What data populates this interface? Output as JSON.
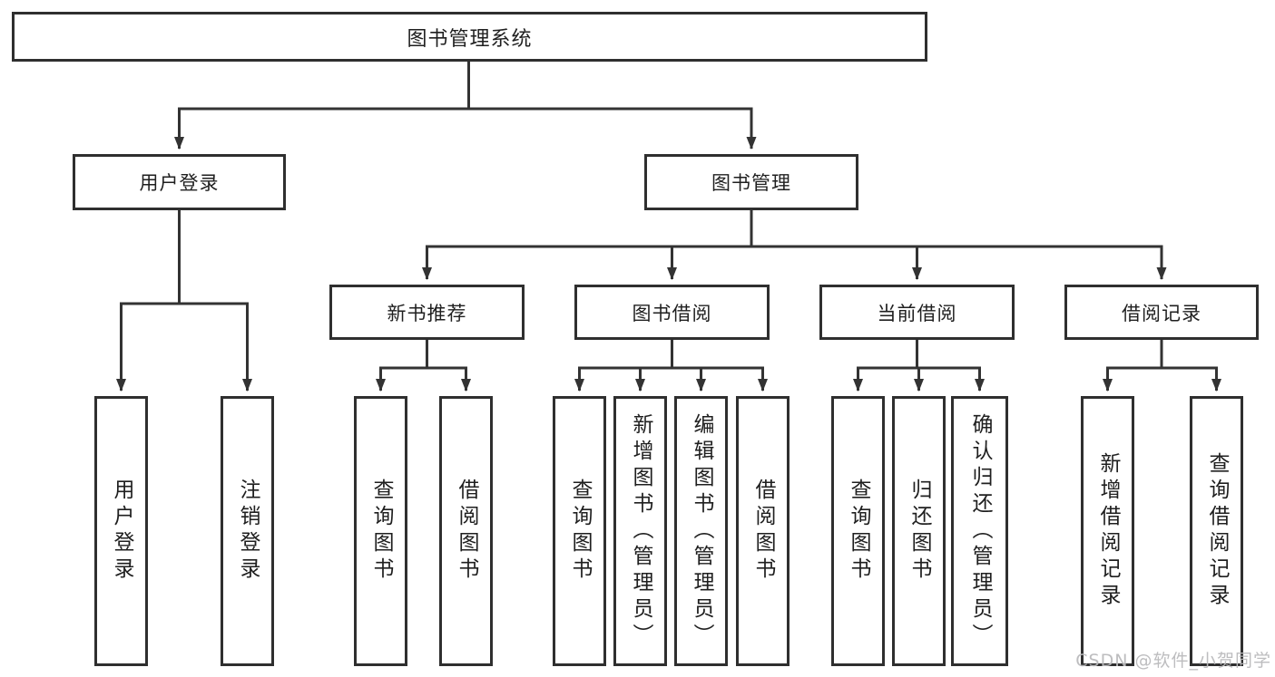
{
  "watermark": "CSDN @软件_小贺同学",
  "tree": {
    "label": "图书管理系统",
    "children": [
      {
        "label": "用户登录",
        "children": [
          {
            "label": "用户登录"
          },
          {
            "label": "注销登录"
          }
        ]
      },
      {
        "label": "图书管理",
        "children": [
          {
            "label": "新书推荐",
            "children": [
              {
                "label": "查询图书"
              },
              {
                "label": "借阅图书"
              }
            ]
          },
          {
            "label": "图书借阅",
            "children": [
              {
                "label": "查询图书"
              },
              {
                "label": "新增图书（管理员）"
              },
              {
                "label": "编辑图书（管理员）"
              },
              {
                "label": "借阅图书"
              }
            ]
          },
          {
            "label": "当前借阅",
            "children": [
              {
                "label": "查询图书"
              },
              {
                "label": "归还图书"
              },
              {
                "label": "确认归还（管理员）"
              }
            ]
          },
          {
            "label": "借阅记录",
            "children": [
              {
                "label": "新增借阅记录"
              },
              {
                "label": "查询借阅记录"
              }
            ]
          }
        ]
      }
    ]
  },
  "colors": {
    "line": "#333333",
    "border": "#2f2f2f",
    "text": "#1f1f1f",
    "watermark": "#b9b9bc"
  }
}
